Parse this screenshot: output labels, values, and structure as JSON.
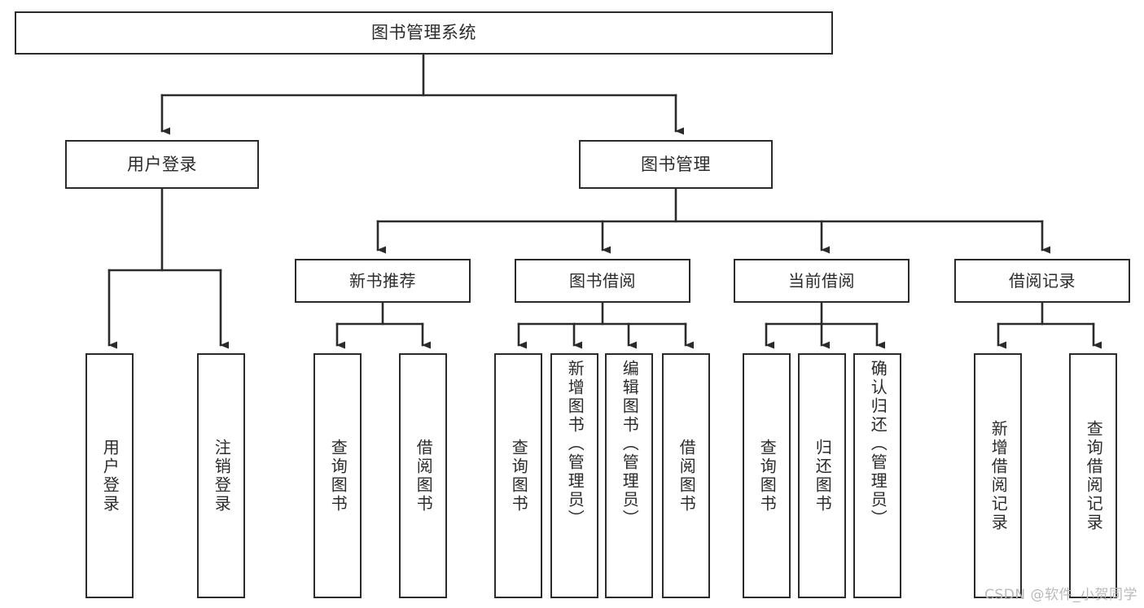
{
  "diagram": {
    "title": "图书管理系统",
    "watermark": "CSDN @软件_小贺同学",
    "line_color": "#2b2b2b",
    "box_fill": "#ffffff",
    "text_color": "#2b2b2b",
    "watermark_color": "#b9b9b9"
  },
  "nodes": {
    "root": {
      "label": "图书管理系统"
    },
    "level1": [
      {
        "label": "用户登录"
      },
      {
        "label": "图书管理"
      }
    ],
    "level2": [
      {
        "label": "新书推荐"
      },
      {
        "label": "图书借阅"
      },
      {
        "label": "当前借阅"
      },
      {
        "label": "借阅记录"
      }
    ],
    "leaves": {
      "user_login": [
        {
          "label": "用户登录"
        },
        {
          "label": "注销登录"
        }
      ],
      "new_book_recommend": [
        {
          "label": "查询图书"
        },
        {
          "label": "借阅图书"
        }
      ],
      "book_borrow": [
        {
          "label": "查询图书"
        },
        {
          "label": "新增图书（管理员）"
        },
        {
          "label": "编辑图书（管理员）"
        },
        {
          "label": "借阅图书"
        }
      ],
      "current_borrow": [
        {
          "label": "查询图书"
        },
        {
          "label": "归还图书"
        },
        {
          "label": "确认归还（管理员）"
        }
      ],
      "borrow_records": [
        {
          "label": "新增借阅记录"
        },
        {
          "label": "查询借阅记录"
        }
      ]
    }
  },
  "chart_data": {
    "type": "tree",
    "title": "图书管理系统",
    "orientation": "top-down",
    "tree": {
      "name": "图书管理系统",
      "children": [
        {
          "name": "用户登录",
          "children": [
            {
              "name": "用户登录"
            },
            {
              "name": "注销登录"
            }
          ]
        },
        {
          "name": "图书管理",
          "children": [
            {
              "name": "新书推荐",
              "children": [
                {
                  "name": "查询图书"
                },
                {
                  "name": "借阅图书"
                }
              ]
            },
            {
              "name": "图书借阅",
              "children": [
                {
                  "name": "查询图书"
                },
                {
                  "name": "新增图书（管理员）"
                },
                {
                  "name": "编辑图书（管理员）"
                },
                {
                  "name": "借阅图书"
                }
              ]
            },
            {
              "name": "当前借阅",
              "children": [
                {
                  "name": "查询图书"
                },
                {
                  "name": "归还图书"
                },
                {
                  "name": "确认归还（管理员）"
                }
              ]
            },
            {
              "name": "借阅记录",
              "children": [
                {
                  "name": "新增借阅记录"
                },
                {
                  "name": "查询借阅记录"
                }
              ]
            }
          ]
        }
      ]
    }
  }
}
